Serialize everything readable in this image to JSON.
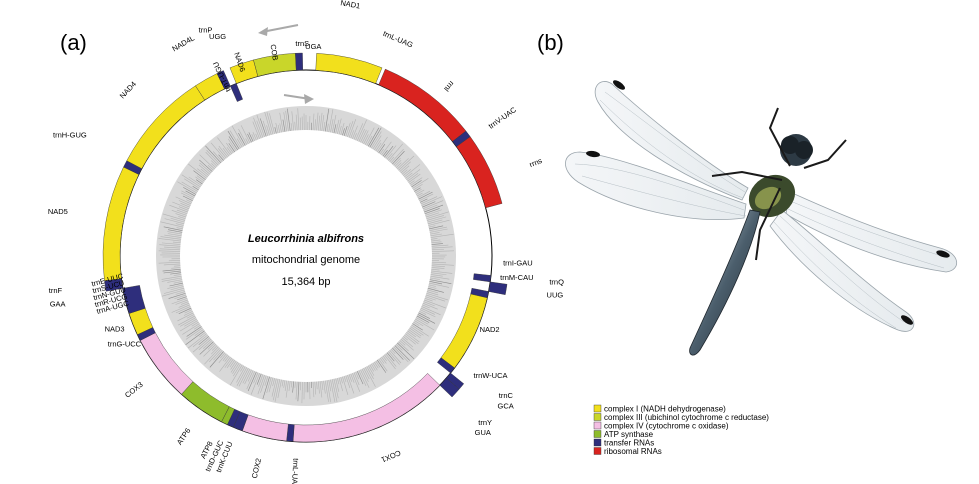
{
  "panel_a_label": "(a)",
  "panel_b_label": "(b)",
  "genome": {
    "species": "Leucorrhinia albifrons",
    "description": "mitochondrial genome",
    "length": "15,364 bp"
  },
  "colors": {
    "complex_I": "#f2e01c",
    "complex_III": "#c9d62a",
    "complex_IV": "#f4bfe4",
    "atp": "#8ebc2c",
    "trna": "#2e2e7c",
    "rrna": "#d9231f"
  },
  "segments": [
    {
      "name": "nad1",
      "type": "complex_I",
      "start": 3,
      "end": 22,
      "strand": "outer"
    },
    {
      "name": "rrnl",
      "type": "rrna",
      "start": 23,
      "end": 52,
      "strand": "outer"
    },
    {
      "name": "trnV",
      "type": "trna",
      "start": 52,
      "end": 54,
      "strand": "outer"
    },
    {
      "name": "rrns",
      "type": "rrna",
      "start": 54,
      "end": 75,
      "strand": "outer"
    },
    {
      "name": "trnI",
      "type": "trna",
      "start": 96,
      "end": 98,
      "strand": "inner"
    },
    {
      "name": "trnQ",
      "type": "trna",
      "start": 98,
      "end": 101,
      "strand": "outer"
    },
    {
      "name": "trnM",
      "type": "trna",
      "start": 101,
      "end": 103,
      "strand": "inner"
    },
    {
      "name": "nad2",
      "type": "complex_I",
      "start": 103,
      "end": 127,
      "strand": "inner"
    },
    {
      "name": "trnW",
      "type": "trna",
      "start": 127,
      "end": 129,
      "strand": "inner"
    },
    {
      "name": "trnC",
      "type": "trna",
      "start": 129,
      "end": 131,
      "strand": "outer"
    },
    {
      "name": "trnY",
      "type": "trna",
      "start": 131,
      "end": 134,
      "strand": "outer"
    },
    {
      "name": "cox1",
      "type": "complex_IV",
      "start": 134,
      "end": 184,
      "strand": "inner"
    },
    {
      "name": "trnL",
      "type": "trna",
      "start": 184,
      "end": 186,
      "strand": "inner"
    },
    {
      "name": "cox2",
      "type": "complex_IV",
      "start": 186,
      "end": 200,
      "strand": "inner"
    },
    {
      "name": "trnK",
      "type": "trna",
      "start": 200,
      "end": 203,
      "strand": "inner"
    },
    {
      "name": "trnD",
      "type": "trna",
      "start": 203,
      "end": 205,
      "strand": "inner"
    },
    {
      "name": "atp8",
      "type": "atp",
      "start": 205,
      "end": 207,
      "strand": "inner"
    },
    {
      "name": "atp6",
      "type": "atp",
      "start": 207,
      "end": 222,
      "strand": "inner"
    },
    {
      "name": "cox3",
      "type": "complex_IV",
      "start": 222,
      "end": 243,
      "strand": "inner"
    },
    {
      "name": "trnG",
      "type": "trna",
      "start": 243,
      "end": 245,
      "strand": "inner"
    },
    {
      "name": "nad3",
      "type": "complex_I",
      "start": 245,
      "end": 252,
      "strand": "inner"
    },
    {
      "name": "trnARNESE",
      "type": "trna",
      "start": 252,
      "end": 260,
      "strand": "inner"
    },
    {
      "name": "trnF",
      "type": "trna",
      "start": 260,
      "end": 263,
      "strand": "outer"
    },
    {
      "name": "nad5",
      "type": "complex_I",
      "start": 263,
      "end": 296,
      "strand": "outer"
    },
    {
      "name": "trnH",
      "type": "trna",
      "start": 296,
      "end": 298,
      "strand": "outer"
    },
    {
      "name": "nad4",
      "type": "complex_I",
      "start": 298,
      "end": 327,
      "strand": "outer"
    },
    {
      "name": "nad4l",
      "type": "complex_I",
      "start": 327,
      "end": 334,
      "strand": "outer"
    },
    {
      "name": "trnT",
      "type": "trna",
      "start": 334,
      "end": 336,
      "strand": "outer"
    },
    {
      "name": "trnP",
      "type": "trna",
      "start": 336,
      "end": 338,
      "strand": "inner"
    },
    {
      "name": "nad6",
      "type": "complex_I",
      "start": 338,
      "end": 345,
      "strand": "outer"
    },
    {
      "name": "cob",
      "type": "complex_III",
      "start": 345,
      "end": 357,
      "strand": "outer"
    },
    {
      "name": "trnS",
      "type": "trna",
      "start": 357,
      "end": 359,
      "strand": "outer"
    }
  ],
  "labels": [
    {
      "text": "NAD1",
      "angle": 10,
      "r": 255,
      "rot": 10
    },
    {
      "text": "trnL-UAG",
      "angle": 23,
      "r": 235,
      "rot": 23
    },
    {
      "text": "rrnl",
      "angle": 40,
      "r": 222,
      "rot": 130
    },
    {
      "text": "trnV-UAC",
      "angle": 55,
      "r": 240,
      "rot": -35
    },
    {
      "text": "rrns",
      "angle": 68,
      "r": 248,
      "rot": -22
    },
    {
      "text": "trnI-GAU",
      "angle": 92,
      "r": 212,
      "rot": 0
    },
    {
      "text": "trnM-CAU",
      "angle": 96,
      "r": 212,
      "rot": 0
    },
    {
      "text": "trnQ",
      "angle": 96,
      "r": 252,
      "rot": 0
    },
    {
      "text": "UUG",
      "angle": 99,
      "r": 252,
      "rot": 0
    },
    {
      "text": "NAD2",
      "angle": 112,
      "r": 198,
      "rot": 0
    },
    {
      "text": "trnW-UCA",
      "angle": 123,
      "r": 220,
      "rot": 0
    },
    {
      "text": "trnC",
      "angle": 125,
      "r": 244,
      "rot": 0
    },
    {
      "text": "GCA",
      "angle": 127,
      "r": 250,
      "rot": 0
    },
    {
      "text": "trnY",
      "angle": 133,
      "r": 245,
      "rot": 0
    },
    {
      "text": "GUA",
      "angle": 135,
      "r": 250,
      "rot": 0
    },
    {
      "text": "COX1",
      "angle": 157,
      "r": 217,
      "rot": 157
    },
    {
      "text": "trnL-UAA",
      "angle": 183,
      "r": 218,
      "rot": 93
    },
    {
      "text": "COX2",
      "angle": 193,
      "r": 218,
      "rot": -77
    },
    {
      "text": "trnK-CUU",
      "angle": 202,
      "r": 217,
      "rot": -68
    },
    {
      "text": "trnD-GUC",
      "angle": 204.5,
      "r": 220,
      "rot": -65.5
    },
    {
      "text": "ATP8",
      "angle": 207,
      "r": 218,
      "rot": -63
    },
    {
      "text": "ATP6",
      "angle": 214,
      "r": 218,
      "rot": -56
    },
    {
      "text": "COX3",
      "angle": 232,
      "r": 218,
      "rot": -38
    },
    {
      "text": "trnG-UCC",
      "angle": 244,
      "r": 202,
      "rot": 0
    },
    {
      "text": "NAD3",
      "angle": 249,
      "r": 205,
      "rot": 0
    },
    {
      "text": "trnA-UGC",
      "angle": 255,
      "r": 200,
      "rot": -15
    },
    {
      "text": "trnR-UCG",
      "angle": 257,
      "r": 200,
      "rot": -15
    },
    {
      "text": "trnN-GUU",
      "angle": 259,
      "r": 200,
      "rot": -15
    },
    {
      "text": "trnS-UCU",
      "angle": 261,
      "r": 200,
      "rot": -15
    },
    {
      "text": "trnE-UUC",
      "angle": 263,
      "r": 200,
      "rot": -15
    },
    {
      "text": "trnF",
      "angle": 262,
      "r": 253,
      "rot": 0
    },
    {
      "text": "GAA",
      "angle": 259,
      "r": 253,
      "rot": 0
    },
    {
      "text": "NAD5",
      "angle": 280,
      "r": 252,
      "rot": 0
    },
    {
      "text": "trnH-GUG",
      "angle": 297,
      "r": 265,
      "rot": 0
    },
    {
      "text": "NAD4",
      "angle": 313,
      "r": 243,
      "rot": -47
    },
    {
      "text": "NAD4L",
      "angle": 330,
      "r": 245,
      "rot": -30
    },
    {
      "text": "trnP",
      "angle": 336,
      "r": 247,
      "rot": 0
    },
    {
      "text": "UGG",
      "angle": 338,
      "r": 236,
      "rot": 0
    },
    {
      "text": "trnT-UGU",
      "angle": 335,
      "r": 198,
      "rot": -115
    },
    {
      "text": "NAD6",
      "angle": 341,
      "r": 205,
      "rot": 71
    },
    {
      "text": "COB",
      "angle": 351,
      "r": 206,
      "rot": 81
    },
    {
      "text": "trnS",
      "angle": 359,
      "r": 212,
      "rot": 0
    },
    {
      "text": "UGA",
      "angle": 2,
      "r": 209,
      "rot": 0
    }
  ],
  "legend": [
    {
      "key": "complex_I",
      "label": "complex I (NADH dehydrogenase)"
    },
    {
      "key": "complex_III",
      "label": "complex III (ubichinol cytochrome c reductase)"
    },
    {
      "key": "complex_IV",
      "label": "complex IV (cytochrome c oxidase)"
    },
    {
      "key": "atp",
      "label": "ATP synthase"
    },
    {
      "key": "trna",
      "label": "transfer RNAs"
    },
    {
      "key": "rrna",
      "label": "ribosomal RNAs"
    }
  ]
}
